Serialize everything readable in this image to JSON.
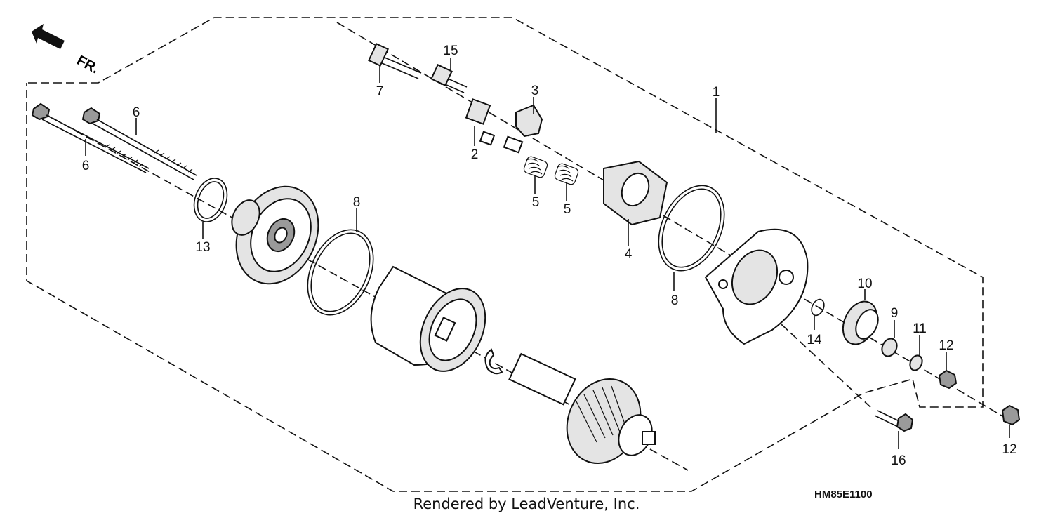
{
  "direction_label": "FR.",
  "diagram_code": "HM85E1100",
  "footer": "Rendered by LeadVenture, Inc.",
  "callouts": {
    "c1": "1",
    "c2": "2",
    "c3": "3",
    "c4": "4",
    "c5a": "5",
    "c5b": "5",
    "c6a": "6",
    "c6b": "6",
    "c7": "7",
    "c8a": "8",
    "c8b": "8",
    "c9": "9",
    "c10": "10",
    "c11": "11",
    "c12a": "12",
    "c12b": "12",
    "c13": "13",
    "c14": "14",
    "c15": "15",
    "c16": "16"
  }
}
